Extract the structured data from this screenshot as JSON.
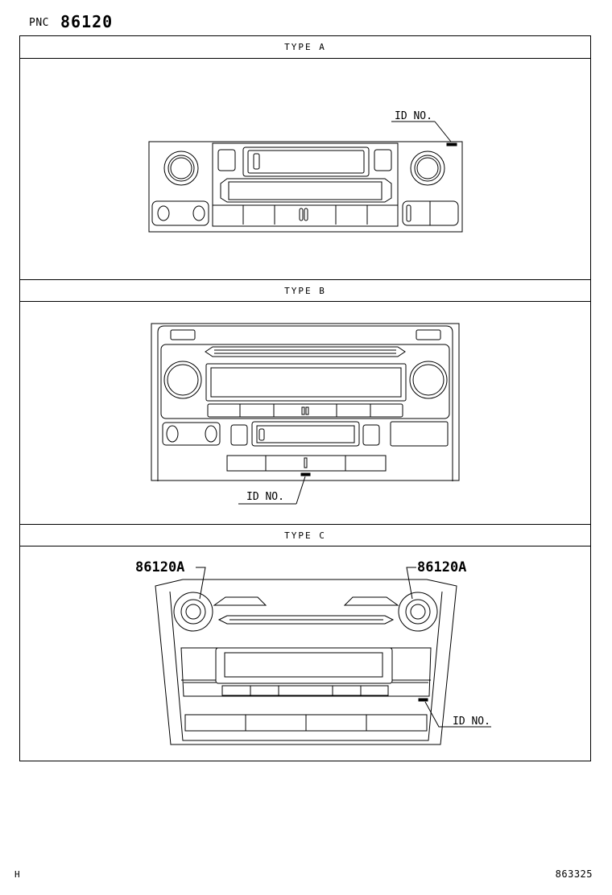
{
  "header": {
    "pnc_label": "PNC",
    "pnc_number": "86120"
  },
  "sections": [
    {
      "title": "TYPE  A",
      "id_label": "ID NO."
    },
    {
      "title": "TYPE  B",
      "id_label": "ID NO."
    },
    {
      "title": "TYPE  C",
      "id_label": "ID NO.",
      "part_callouts": [
        "86120A",
        "86120A"
      ]
    }
  ],
  "footer": {
    "left": "H",
    "right": "863325"
  }
}
